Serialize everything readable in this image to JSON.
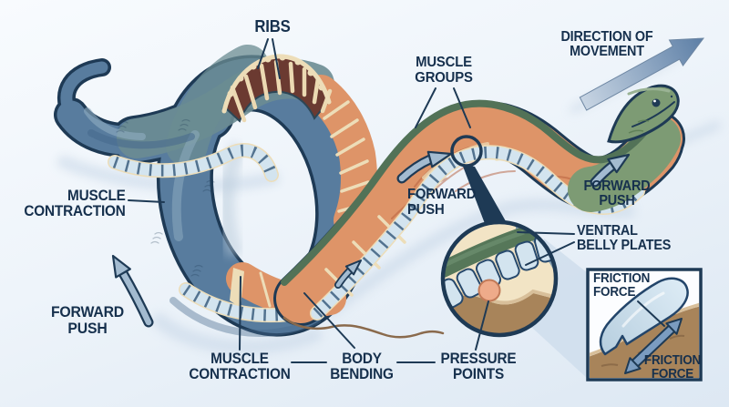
{
  "diagram": {
    "subject": "snake-locomotion-anatomy",
    "labels": {
      "ribs": "RIBS",
      "muscle_groups": [
        "MUSCLE",
        "GROUPS"
      ],
      "direction_of_movement": [
        "DIRECTION OF",
        "MOVEMENT"
      ],
      "muscle_contraction_left": [
        "MUSCLE",
        "CONTRACTION"
      ],
      "forward_push_left": [
        "FORWARD",
        "PUSH"
      ],
      "forward_push_center": [
        "FORWARD",
        "PUSH"
      ],
      "forward_push_right": [
        "FORWARD",
        "PUSH"
      ],
      "ventral_belly_plates": [
        "VENTRAL",
        "BELLY PLATES"
      ],
      "muscle_contraction_bottom": [
        "MUSCLE",
        "CONTRACTION"
      ],
      "body_bending": [
        "BODY",
        "BENDING"
      ],
      "pressure_points": [
        "PRESSURE",
        "POINTS"
      ],
      "friction_force_upper": [
        "FRICTION",
        "FORCE"
      ],
      "friction_force_lower": [
        "FRICTION",
        "FORCE"
      ]
    },
    "colors": {
      "navy": "#1E3A55",
      "text": "#16304D",
      "bodyBlue": "#587C9E",
      "bodyTeal": "#6B8C92",
      "bodyShade": "#46688C",
      "bodyLight": "#8FADC2",
      "muscle": "#DE9468",
      "muscleDeep": "#B45C3A",
      "cream": "#EDDDB8",
      "ribCavity": "#6B3A31",
      "belly": "#D3E4EF",
      "bellyTick": "#3B5E7E",
      "green": "#527257",
      "headGreen": "#7D9B74",
      "ground": "#A8845A",
      "groundLight": "#D8BF9A",
      "pressure": "#EEAB8A",
      "arrowLight": "#A3BBD0",
      "arrowMid": "#7B9CC0",
      "beam": "#CDDCEC",
      "bg1": "#F8FBFE",
      "bg2": "#DDE8F3",
      "white": "#FCFDFF",
      "shadow": "#C9D8E8"
    }
  }
}
